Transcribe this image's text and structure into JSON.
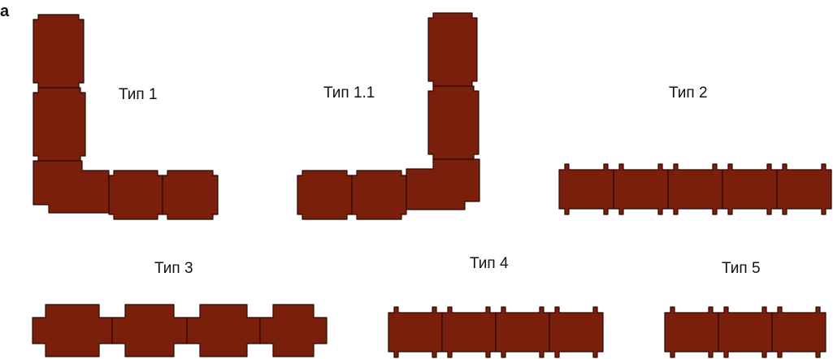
{
  "panel_letter": "а",
  "colors": {
    "block_fill": "#7a1f0c",
    "block_edge": "#2a0800",
    "background": "#ffffff",
    "text": "#111111"
  },
  "labels": {
    "type1": "Тип 1",
    "type1_1": "Тип 1.1",
    "type2": "Тип 2",
    "type3": "Тип 3",
    "type4": "Тип 4",
    "type5": "Тип 5"
  },
  "groups": [
    {
      "id": "type1",
      "shape": "L-corner, vertical arm left, horizontal arm right",
      "block_count": 5
    },
    {
      "id": "type1_1",
      "shape": "L-corner mirrored, vertical arm right, horizontal arm left",
      "block_count": 5
    },
    {
      "id": "type2",
      "shape": "straight row with double notches",
      "block_count": 5
    },
    {
      "id": "type3",
      "shape": "straight row of large blocks",
      "block_count": 4
    },
    {
      "id": "type4",
      "shape": "straight row with double notches",
      "block_count": 4
    },
    {
      "id": "type5",
      "shape": "straight row with double notches",
      "block_count": 3
    }
  ]
}
